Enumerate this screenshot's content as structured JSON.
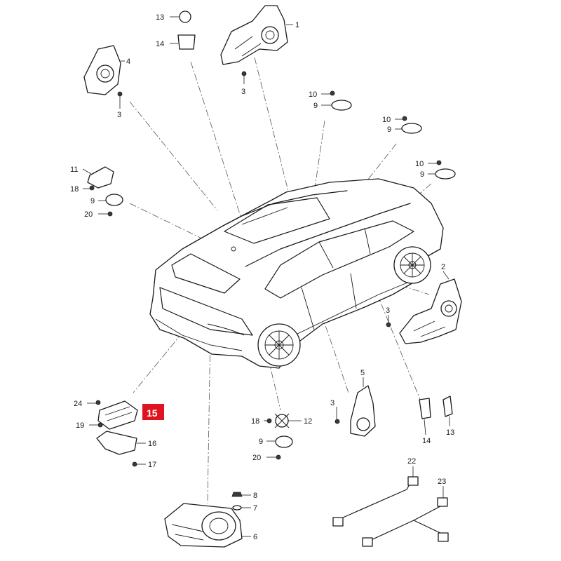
{
  "highlight_color": "#e0141e",
  "highlighted": "15",
  "callouts": {
    "c1": "1",
    "c2": "2",
    "c3a": "3",
    "c3b": "3",
    "c3c": "3",
    "c3d": "3",
    "c4": "4",
    "c5": "5",
    "c6": "6",
    "c7": "7",
    "c8": "8",
    "c9a": "9",
    "c9b": "9",
    "c9c": "9",
    "c9d": "9",
    "c9e": "9",
    "c10a": "10",
    "c10b": "10",
    "c10c": "10",
    "c11": "11",
    "c12": "12",
    "c13a": "13",
    "c13b": "13",
    "c14a": "14",
    "c14b": "14",
    "c15": "15",
    "c16": "16",
    "c17": "17",
    "c18a": "18",
    "c18b": "18",
    "c19": "19",
    "c20a": "20",
    "c20b": "20",
    "c22": "22",
    "c23": "23",
    "c24": "24"
  }
}
